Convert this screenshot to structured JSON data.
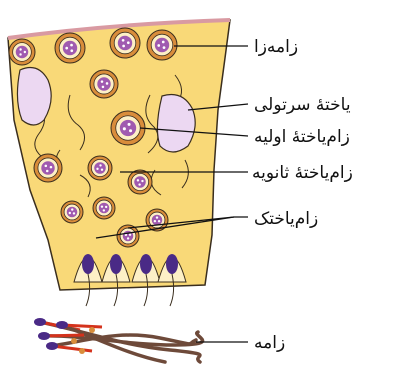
{
  "labels": {
    "spermatogonium": "زامه‌زا",
    "sertoli_cell": "یاختهٔ سرتولی",
    "primary_spermatocyte": "زام‌یاختهٔ اولیه",
    "secondary_spermatocyte": "زام‌یاختهٔ ثانویه",
    "spermatid": "زام‌یاختک",
    "sperm": "زامه"
  },
  "colors": {
    "tissue": "#f9d978",
    "outline": "#3a2e1e",
    "basal_membrane": "#d99aa2",
    "cell_ring": "#d98d3b",
    "cell_fill": "#fdf0c6",
    "nucleus": "#a05ab0",
    "chromatin": "#ffffff",
    "sperm_head": "#4a2a86",
    "sperm_mid": "#d4321c",
    "sperm_tail": "#6e4a3a"
  }
}
